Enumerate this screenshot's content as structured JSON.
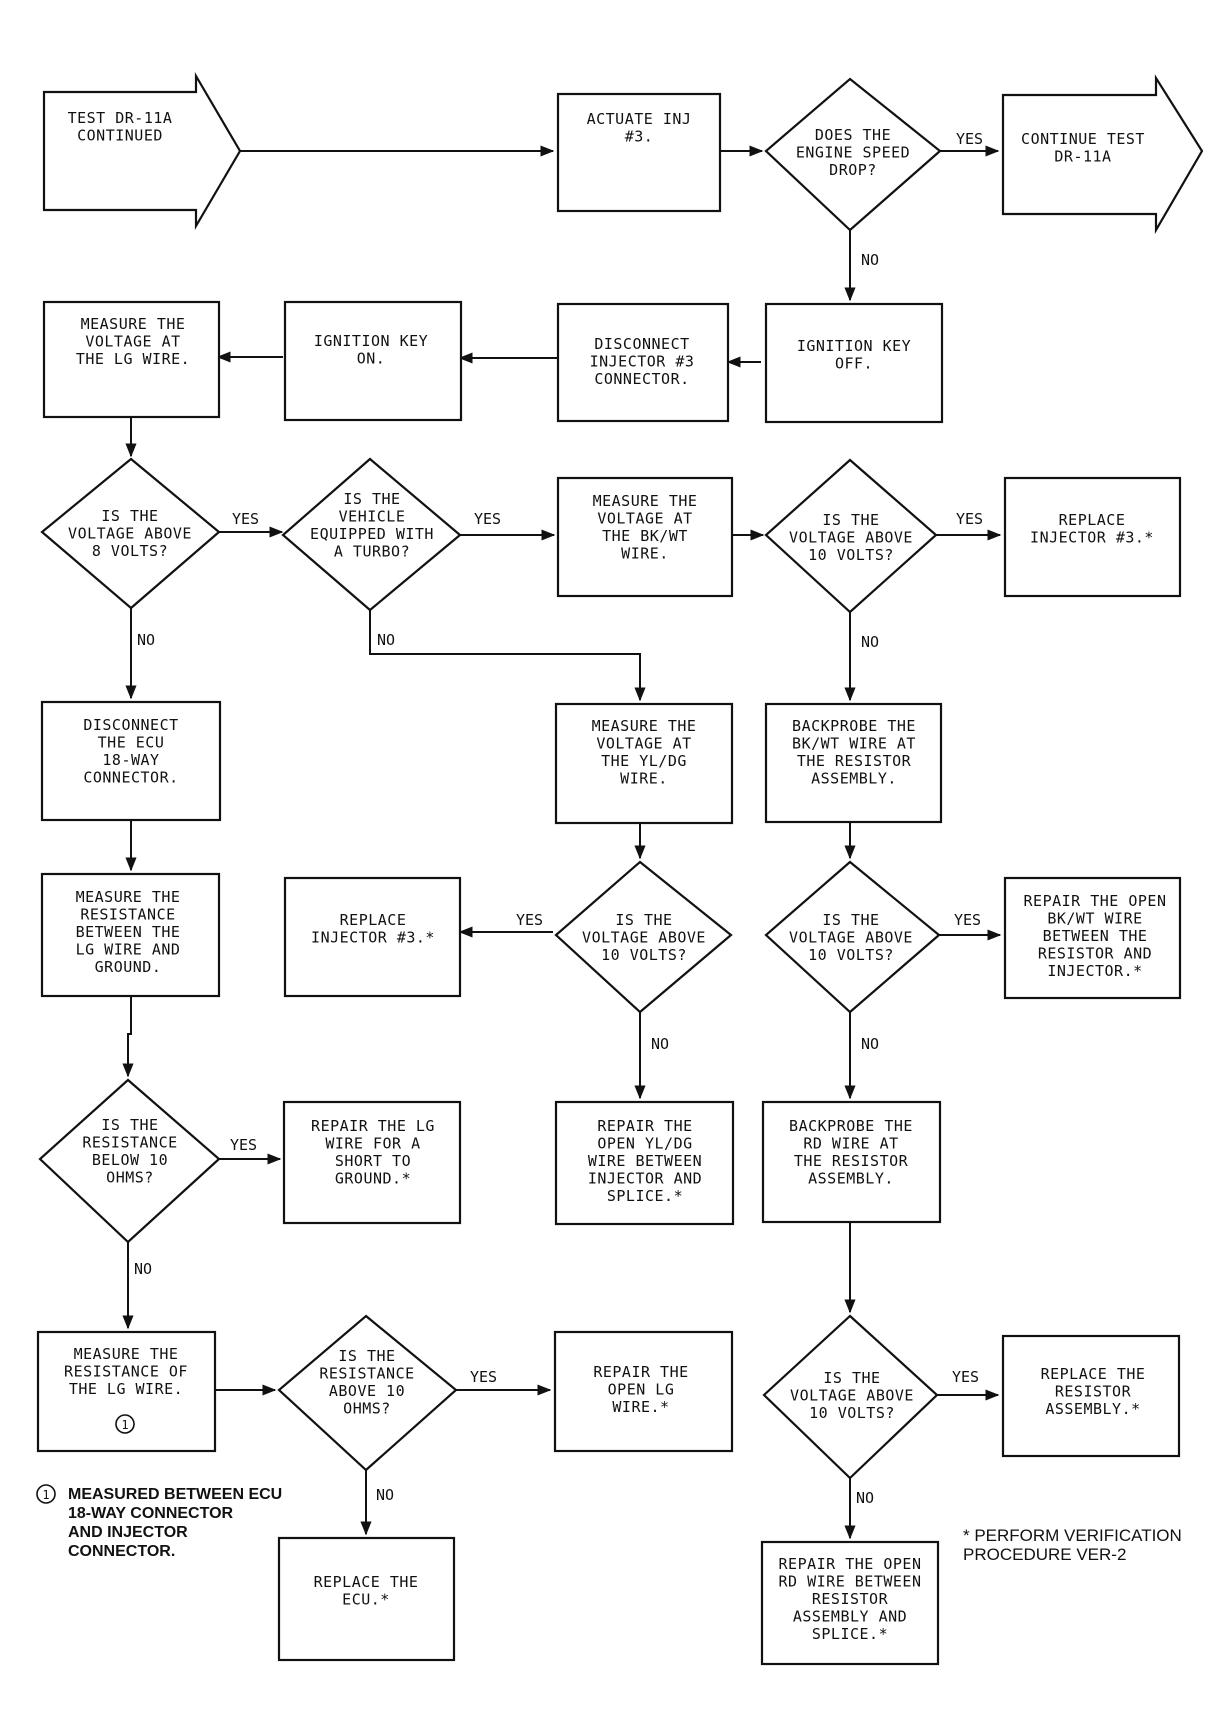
{
  "nodes": {
    "start": {
      "lines": [
        "TEST DR-11A",
        "CONTINUED"
      ]
    },
    "actuate": {
      "lines": [
        "ACTUATE INJ",
        "#3."
      ]
    },
    "speed_drop": {
      "lines": [
        "DOES THE",
        "ENGINE SPEED",
        "DROP?"
      ]
    },
    "continue": {
      "lines": [
        "CONTINUE TEST",
        "DR-11A"
      ]
    },
    "key_off": {
      "lines": [
        "IGNITION KEY",
        "OFF."
      ]
    },
    "disconnect": {
      "lines": [
        "DISCONNECT",
        "INJECTOR #3",
        "CONNECTOR."
      ]
    },
    "key_on": {
      "lines": [
        "IGNITION KEY",
        "ON."
      ]
    },
    "measure_lg": {
      "lines": [
        "MEASURE THE",
        "VOLTAGE AT",
        "THE LG WIRE."
      ]
    },
    "above8": {
      "lines": [
        "IS THE",
        "VOLTAGE ABOVE",
        "8 VOLTS?"
      ]
    },
    "turbo": {
      "lines": [
        "IS THE",
        "VEHICLE",
        "EQUIPPED WITH",
        "A TURBO?"
      ]
    },
    "measure_bk": {
      "lines": [
        "MEASURE THE",
        "VOLTAGE AT",
        "THE BK/WT",
        "WIRE."
      ]
    },
    "above10a": {
      "lines": [
        "IS THE",
        "VOLTAGE ABOVE",
        "10 VOLTS?"
      ]
    },
    "replace_a": {
      "lines": [
        "REPLACE",
        "INJECTOR #3.*"
      ]
    },
    "disc_ecu": {
      "lines": [
        "DISCONNECT",
        "THE ECU",
        "18-WAY",
        "CONNECTOR."
      ]
    },
    "measure_yl": {
      "lines": [
        "MEASURE THE",
        "VOLTAGE AT",
        "THE YL/DG",
        "WIRE."
      ]
    },
    "bp_bk": {
      "lines": [
        "BACKPROBE THE",
        "BK/WT WIRE AT",
        "THE RESISTOR",
        "ASSEMBLY."
      ]
    },
    "meas_res": {
      "lines": [
        "MEASURE THE",
        "RESISTANCE",
        "BETWEEN THE",
        "LG WIRE AND",
        "GROUND."
      ]
    },
    "replace_b": {
      "lines": [
        "REPLACE",
        "INJECTOR #3.*"
      ]
    },
    "above10b": {
      "lines": [
        "IS THE",
        "VOLTAGE ABOVE",
        "10 VOLTS?"
      ]
    },
    "above10c": {
      "lines": [
        "IS THE",
        "VOLTAGE ABOVE",
        "10 VOLTS?"
      ]
    },
    "repair_bk": {
      "lines": [
        "REPAIR THE OPEN",
        "BK/WT WIRE",
        "BETWEEN THE",
        "RESISTOR AND",
        "INJECTOR.*"
      ]
    },
    "below10": {
      "lines": [
        "IS THE",
        "RESISTANCE",
        "BELOW 10",
        "OHMS?"
      ]
    },
    "repair_short": {
      "lines": [
        "REPAIR THE LG",
        "WIRE FOR A",
        "SHORT TO",
        "GROUND.*"
      ]
    },
    "repair_yl": {
      "lines": [
        "REPAIR THE",
        "OPEN YL/DG",
        "WIRE BETWEEN",
        "INJECTOR AND",
        "SPLICE.*"
      ]
    },
    "bp_rd": {
      "lines": [
        "BACKPROBE THE",
        "RD WIRE AT",
        "THE RESISTOR",
        "ASSEMBLY."
      ]
    },
    "meas_res_lg": {
      "lines": [
        "MEASURE THE",
        "RESISTANCE OF",
        "THE LG WIRE."
      ]
    },
    "above10ohm": {
      "lines": [
        "IS THE",
        "RESISTANCE",
        "ABOVE 10",
        "OHMS?"
      ]
    },
    "repair_open_lg": {
      "lines": [
        "REPAIR THE",
        "OPEN LG",
        "WIRE.*"
      ]
    },
    "above10d": {
      "lines": [
        "IS THE",
        "VOLTAGE ABOVE",
        "10 VOLTS?"
      ]
    },
    "replace_res": {
      "lines": [
        "REPLACE THE",
        "RESISTOR",
        "ASSEMBLY.*"
      ]
    },
    "replace_ecu": {
      "lines": [
        "REPLACE THE",
        "ECU.*"
      ]
    },
    "repair_rd": {
      "lines": [
        "REPAIR THE OPEN",
        "RD WIRE BETWEEN",
        "RESISTOR",
        "ASSEMBLY AND",
        "SPLICE.*"
      ]
    }
  },
  "edge_labels": {
    "yes": "YES",
    "no": "NO"
  },
  "footnote_marker": "1",
  "footnote_lines": [
    "MEASURED BETWEEN ECU",
    "18-WAY CONNECTOR",
    "AND INJECTOR",
    "CONNECTOR."
  ],
  "verification_note": [
    "* PERFORM VERIFICATION",
    "PROCEDURE VER-2"
  ]
}
